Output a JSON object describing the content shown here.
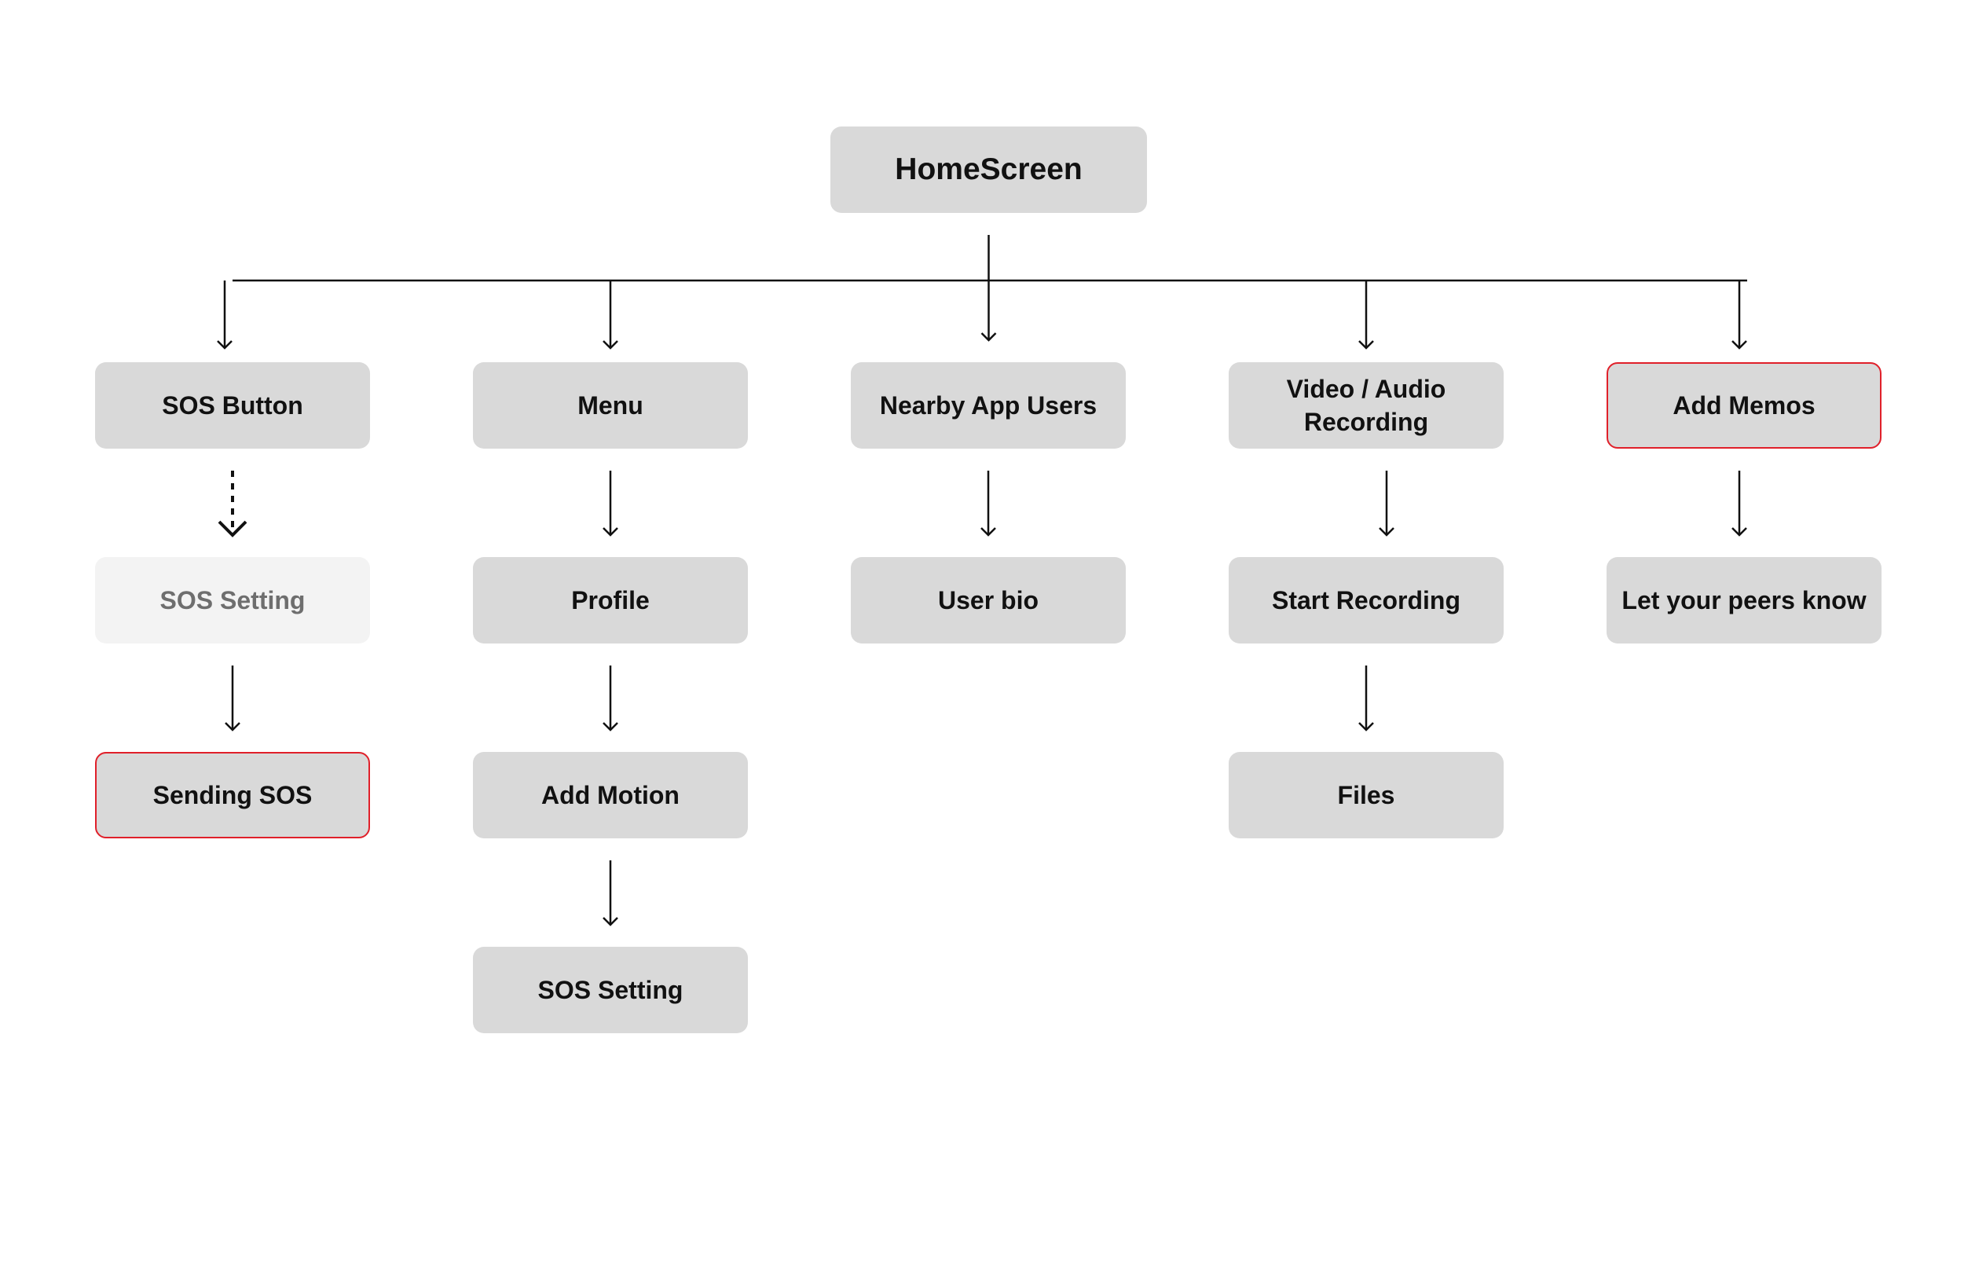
{
  "diagram": {
    "root": {
      "label": "HomeScreen"
    },
    "columns": [
      {
        "id": "sos",
        "top": {
          "label": "SOS Button",
          "highlight": false
        },
        "children": [
          {
            "label": "SOS Setting",
            "muted": true,
            "link_style": "dashed"
          },
          {
            "label": "Sending SOS",
            "highlight": true,
            "link_style": "solid"
          }
        ]
      },
      {
        "id": "menu",
        "top": {
          "label": "Menu",
          "highlight": false
        },
        "children": [
          {
            "label": "Profile",
            "link_style": "solid"
          },
          {
            "label": "Add Motion",
            "link_style": "solid"
          },
          {
            "label": "SOS Setting",
            "link_style": "solid"
          }
        ]
      },
      {
        "id": "nearby",
        "top": {
          "label": "Nearby App Users",
          "highlight": false
        },
        "children": [
          {
            "label": "User bio",
            "link_style": "solid"
          }
        ]
      },
      {
        "id": "recording",
        "top": {
          "label": "Video / Audio Recording",
          "highlight": false
        },
        "children": [
          {
            "label": "Start Recording",
            "link_style": "solid"
          },
          {
            "label": "Files",
            "link_style": "solid"
          }
        ]
      },
      {
        "id": "memos",
        "top": {
          "label": "Add Memos",
          "highlight": true
        },
        "children": [
          {
            "label": "Let your peers know",
            "link_style": "solid"
          }
        ]
      }
    ]
  },
  "colors": {
    "node_fill": "#d9d9d9",
    "node_fill_muted": "#f3f3f3",
    "highlight_border": "#e0202a",
    "connector": "#111111",
    "text": "#111111",
    "text_muted": "#6e6e6e"
  }
}
